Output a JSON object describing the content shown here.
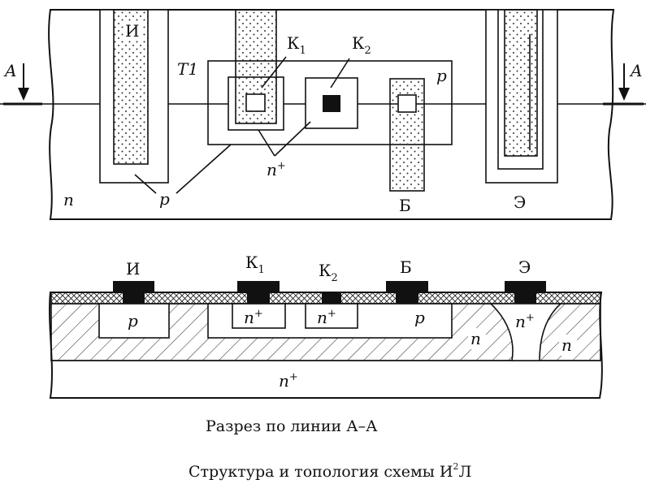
{
  "top_view": {
    "section_marker": "A",
    "transistor_label": "T1",
    "collector1": "К",
    "collector1_index": "1",
    "collector2": "К",
    "collector2_index": "2",
    "injector": "И",
    "base": "Б",
    "emitter": "Э",
    "p_region": "p",
    "p_region_bottom": "p",
    "n_plus": "n",
    "n_plus_sup": "+",
    "n_substrate": "n"
  },
  "cross_section": {
    "injector": "И",
    "collector1": "К",
    "collector1_index": "1",
    "collector2": "К",
    "collector2_index": "2",
    "base": "Б",
    "emitter": "Э",
    "p_injector": "p",
    "p_base": "p",
    "n_plus_k1": "n",
    "n_plus_k2": "n",
    "n_plus_e": "n",
    "sup": "+",
    "n_epi_left": "n",
    "n_epi_right": "n",
    "n_plus_substrate": "n"
  },
  "captions": {
    "section": "Разрез по линии А–А",
    "title_prefix": "Структура и топология схемы И",
    "title_sup": "2",
    "title_suffix": "Л"
  }
}
